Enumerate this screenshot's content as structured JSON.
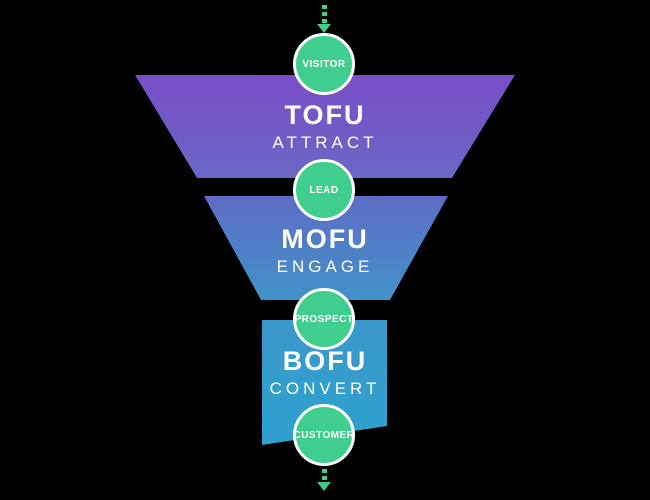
{
  "diagram": {
    "name": "marketing-funnel",
    "stages": [
      {
        "id": "tofu",
        "title": "TOFU",
        "subtitle": "ATTRACT"
      },
      {
        "id": "mofu",
        "title": "MOFU",
        "subtitle": "ENGAGE"
      },
      {
        "id": "bofu",
        "title": "BOFU",
        "subtitle": "CONVERT"
      }
    ],
    "milestones": [
      {
        "label": "VISITOR"
      },
      {
        "label": "LEAD"
      },
      {
        "label": "PROSPECT"
      },
      {
        "label": "CUSTOMER"
      }
    ],
    "icons": {
      "top_arrow": "dotted-down-arrow",
      "bottom_arrow": "dotted-down-arrow"
    },
    "colors": {
      "background": "#000000",
      "milestone_green": "#3FCE8E",
      "text_white": "#FFFFFF",
      "tofu_gradient_top": "#7A4DC6",
      "tofu_gradient_bottom": "#6A67C5",
      "mofu_gradient_top": "#5E6CC5",
      "mofu_gradient_bottom": "#4192C8",
      "bofu_gradient_top": "#3A98CA",
      "bofu_gradient_bottom": "#2EA1CE"
    }
  }
}
